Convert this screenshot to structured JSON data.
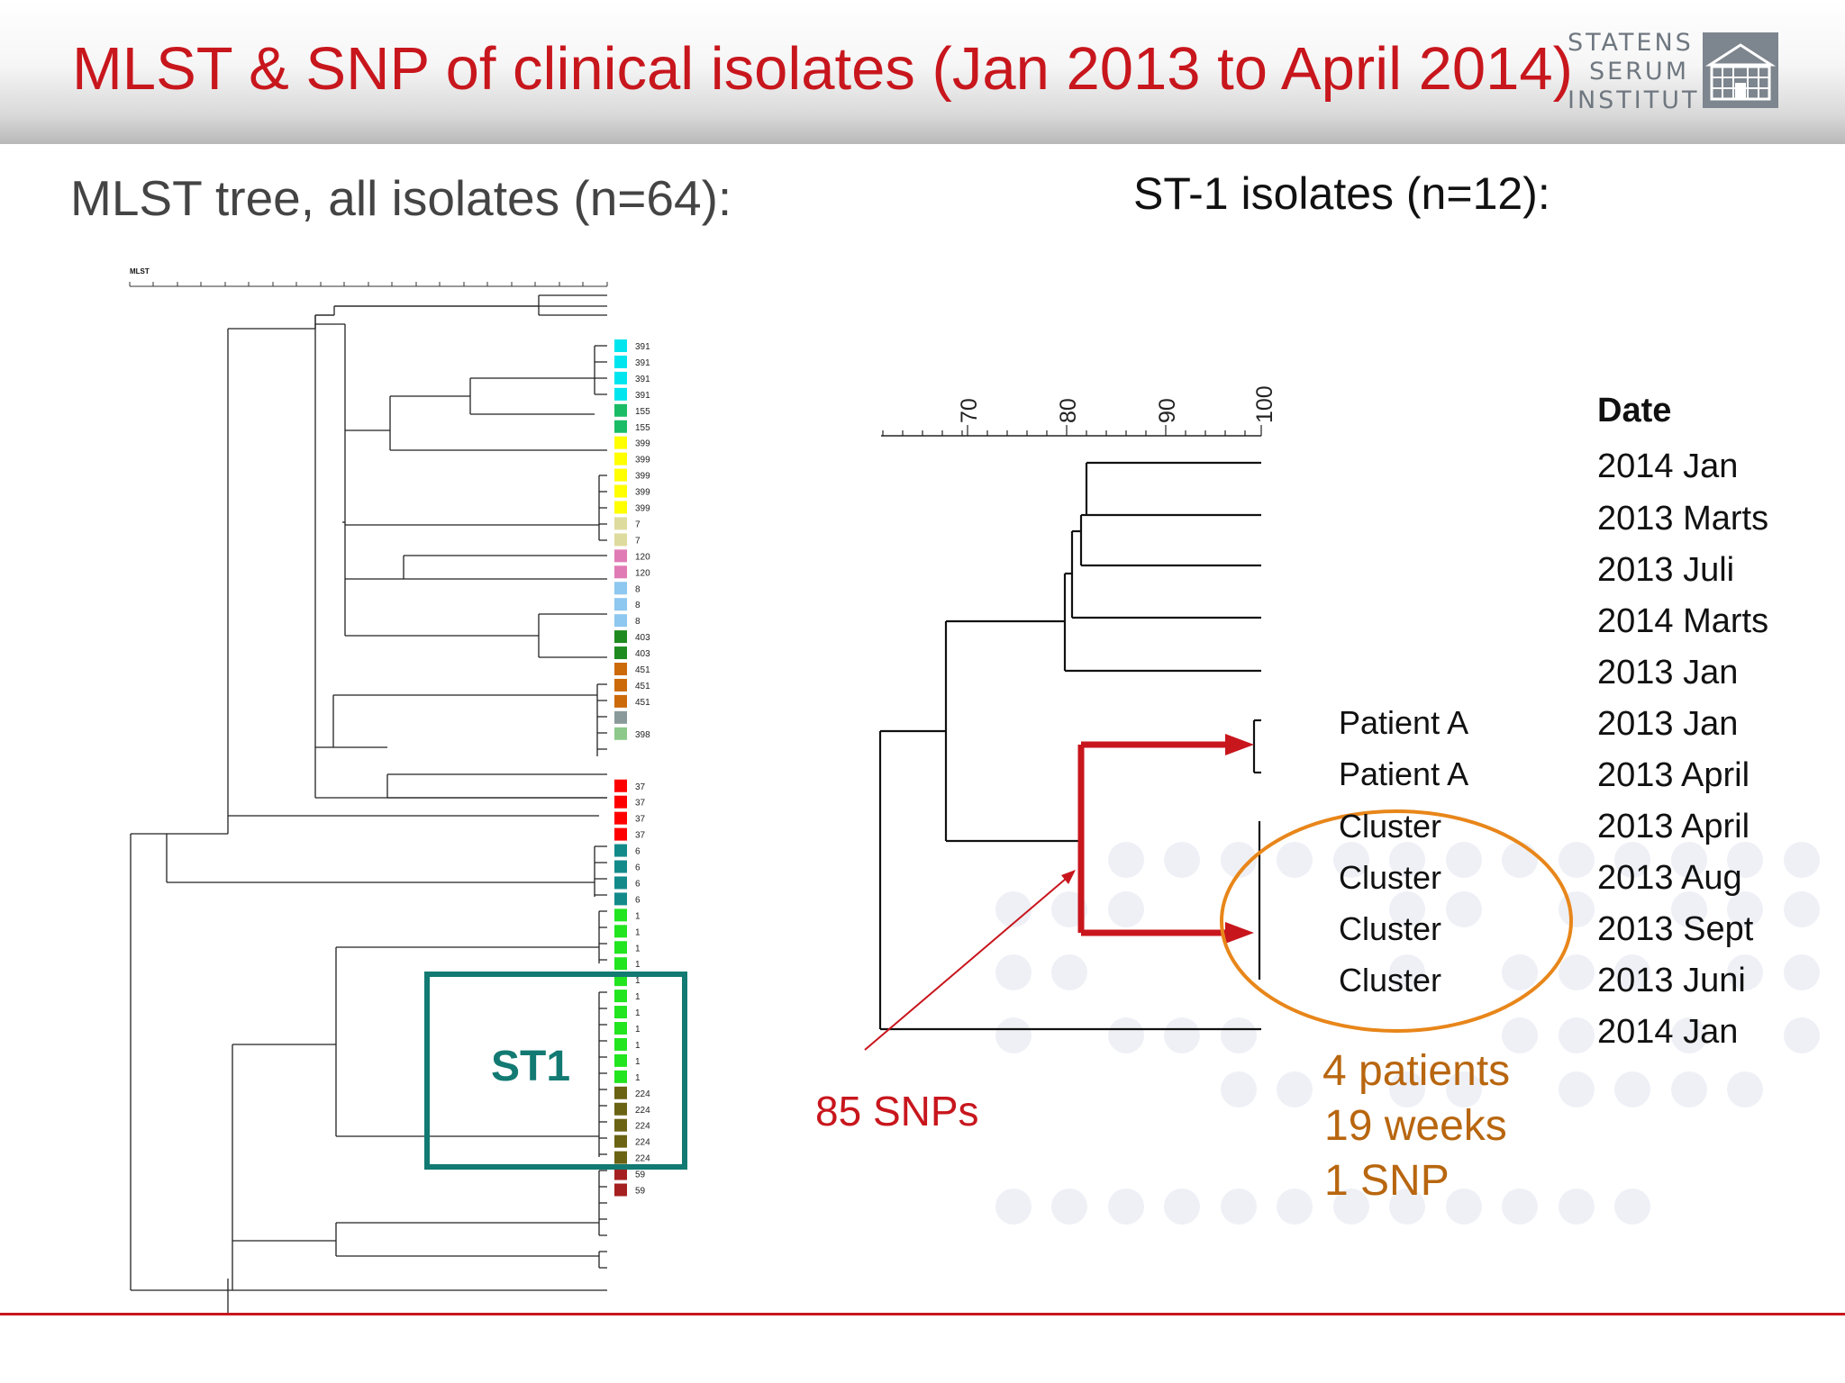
{
  "header": {
    "title": "MLST & SNP of clinical isolates (Jan 2013 to April 2014)",
    "logo_lines": [
      "STATENS",
      "SERUM",
      "INSTITUT"
    ],
    "logo_icon": "building-icon"
  },
  "left_panel": {
    "subtitle": "MLST tree, all isolates (n=64):",
    "ruler_label": "MLST",
    "isolate_labels": [
      "391",
      "391",
      "391",
      "391",
      "155",
      "155",
      "399",
      "399",
      "399",
      "399",
      "399",
      "7",
      "7",
      "120",
      "120",
      "8",
      "8",
      "8",
      "403",
      "403",
      "451",
      "451",
      "451",
      "",
      "398",
      "37",
      "37",
      "37",
      "37",
      "6",
      "6",
      "6",
      "6",
      "1",
      "1",
      "1",
      "1",
      "1",
      "1",
      "1",
      "1",
      "1",
      "1",
      "1",
      "224",
      "224",
      "224",
      "224",
      "224",
      "59",
      "59"
    ],
    "isolate_colors": [
      "#00e5ee",
      "#00e5ee",
      "#00e5ee",
      "#00e5ee",
      "#1bbc66",
      "#1bbc66",
      "#ffff00",
      "#ffff00",
      "#ffff00",
      "#ffff00",
      "#ffff00",
      "#dedb9e",
      "#dedb9e",
      "#e07bb5",
      "#e07bb5",
      "#8ec7f0",
      "#8ec7f0",
      "#8ec7f0",
      "#1f8a1f",
      "#1f8a1f",
      "#cc6a0a",
      "#cc6a0a",
      "#cc6a0a",
      "#8a9a9a",
      "#8cc98a",
      "#ff0000",
      "#ff0000",
      "#ff0000",
      "#ff0000",
      "#138a8a",
      "#138a8a",
      "#138a8a",
      "#138a8a",
      "#22e51f",
      "#22e51f",
      "#22e51f",
      "#22e51f",
      "#22e51f",
      "#22e51f",
      "#22e51f",
      "#22e51f",
      "#22e51f",
      "#22e51f",
      "#22e51f",
      "#6b6314",
      "#6b6314",
      "#6b6314",
      "#6b6314",
      "#6b6314",
      "#a52020",
      "#a52020"
    ],
    "highlight_label": "ST1",
    "highlight_color": "#127a72"
  },
  "right_panel": {
    "subtitle": "ST-1 isolates (n=12):",
    "scale_ticks": [
      "70",
      "80",
      "90",
      "100"
    ],
    "date_header": "Date",
    "dates": [
      "2014 Jan",
      "2013 Marts",
      "2013 Juli",
      "2014 Marts",
      "2013 Jan",
      "2013 Jan",
      "2013 April",
      "2013 April",
      "2013 Aug",
      "2013 Sept",
      "2013 Juni",
      "2014 Jan"
    ],
    "patient_labels": [
      "Patient A",
      "Patient A",
      "Cluster",
      "Cluster",
      "Cluster",
      "Cluster"
    ],
    "snp_annotation": "85 SNPs",
    "cluster_stats": [
      "4 patients",
      "19 weeks",
      "1 SNP"
    ],
    "colors": {
      "accent_red": "#c8161d",
      "cluster_orange": "#e8861a",
      "stats_text": "#b8660f"
    }
  }
}
